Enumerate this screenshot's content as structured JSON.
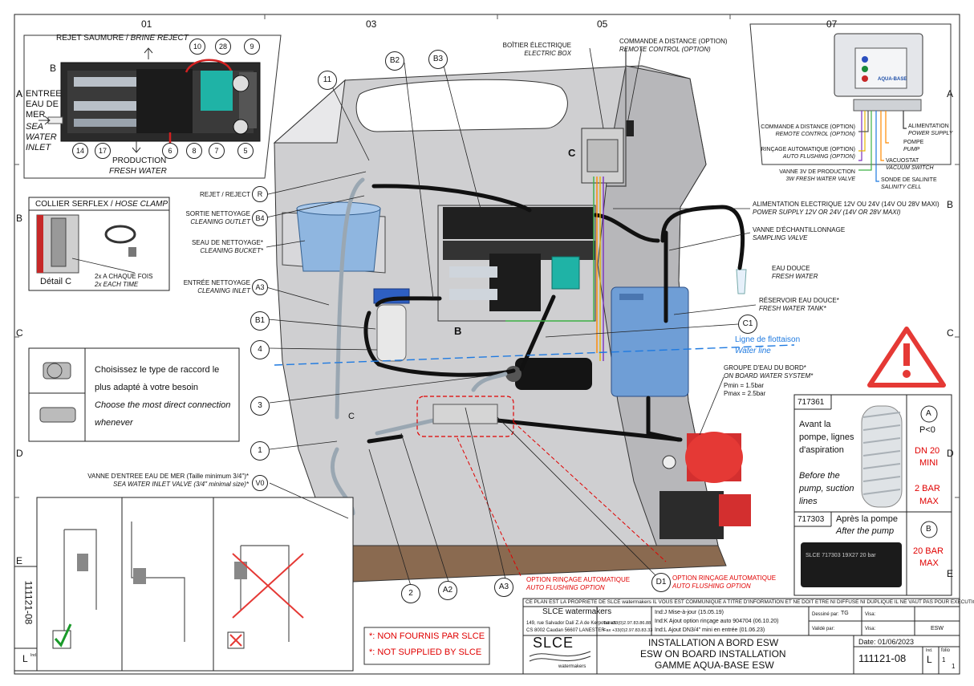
{
  "zones": {
    "top": [
      "01",
      "03",
      "05",
      "07"
    ],
    "rows_left": [
      "A",
      "B",
      "C",
      "D",
      "E"
    ],
    "rows_right": [
      "A",
      "B",
      "C",
      "D",
      "E"
    ]
  },
  "detail01": {
    "brine_fr": "REJET SAUMURE / ",
    "brine_en": "BRINE REJECT",
    "inlet_fr1": "ENTREE",
    "inlet_fr2": "EAU DE",
    "inlet_fr3": "MER",
    "inlet_en1": "SEA",
    "inlet_en2": "WATER",
    "inlet_en3": "INLET",
    "prod_fr": "PRODUCTION",
    "prod_en": "FRESH WATER",
    "letter_b": "B",
    "letter_a": "A",
    "bubbles_top": [
      "10",
      "28",
      "9"
    ],
    "bubbles_bottom": [
      "14",
      "17",
      "6",
      "8",
      "7",
      "5"
    ]
  },
  "hose_clamp": {
    "title_fr": "COLLIER SERFLEX / ",
    "title_en": "HOSE CLAMP",
    "detail": "Détail C",
    "each_fr": "2x A CHAQUE FOIS",
    "each_en": "2x EACH TIME"
  },
  "connection": {
    "fr1": "Choisissez le type de raccord le",
    "fr2": "plus adapté à votre besoin",
    "en1": "Choose the most direct connection",
    "en2": "whenever"
  },
  "callouts_left": [
    {
      "fr": "REJET / REJECT",
      "en": "",
      "ref": "R"
    },
    {
      "fr": "SORTIE NETTOYAGE",
      "en": "CLEANING OUTLET",
      "ref": "B4"
    },
    {
      "fr": "SEAU DE NETTOYAGE*",
      "en": "CLEANING BUCKET*",
      "ref": ""
    },
    {
      "fr": "ENTRÉE NETTOYAGE",
      "en": "CLEANING INLET",
      "ref": "A3"
    }
  ],
  "left_bubbles": [
    "11",
    "B1",
    "4",
    "3",
    "1"
  ],
  "inlet_valve": {
    "fr": "VANNE D'ENTREE EAU DE MER (Taille minimum 3/4\")*",
    "en": "SEA WATER INLET VALVE (3/4\" minimal size)*",
    "ref": "V0"
  },
  "bottom_bubbles": [
    "2",
    "A2",
    "A3",
    "D1"
  ],
  "option_flush": {
    "fr": "OPTION RINÇAGE AUTOMATIQUE",
    "en": "AUTO FLUSHING OPTION"
  },
  "top_bubbles": [
    "B2",
    "B3"
  ],
  "electric_box": {
    "fr": "BOÎTIER ÉLECTRIQUE",
    "en": "ELECTRIC BOX"
  },
  "remote": {
    "fr": "COMMANDE A DISTANCE (OPTION)",
    "en": "REMOTE CONTROL (OPTION)"
  },
  "panel_letters": {
    "c_top": "C",
    "b_mid": "B",
    "c_mid": "C"
  },
  "callouts_right": [
    {
      "fr": "ALIMENTATION ELECTRIQUE 12V OU 24V (14V OU 28V MAXI)",
      "en": "POWER SUPPLY 12V OR 24V (14V OR 28V MAXI)"
    },
    {
      "fr": "VANNE D'ÉCHANTILLONNAGE",
      "en": "SAMPLING VALVE"
    },
    {
      "fr": "EAU DOUCE",
      "en": "FRESH WATER"
    },
    {
      "fr": "RÉSERVOIR EAU DOUCE*",
      "en": "FRESH WATER TANK*"
    },
    {
      "fr": "GROUPE D'EAU DU BORD*",
      "en": "ON BOARD WATER SYSTEM*"
    }
  ],
  "pressures": {
    "pmin": "Pmin = 1.5bar",
    "pmax": "Pmax = 2.5bar"
  },
  "c1": "C1",
  "waterline": {
    "fr": "Ligne de flottaison",
    "en": "Water line"
  },
  "detail07": {
    "remote_fr": "COMMANDE A DISTANCE (OPTION)",
    "remote_en": "REMOTE CONTROL (OPTION)",
    "flush_fr": "RINÇAGE AUTOMATIQUE (OPTION)",
    "flush_en": "AUTO FLUSHING (OPTION)",
    "valve_fr": "VANNE 3V DE PRODUCTION",
    "valve_en": "3W FRESH WATER VALVE",
    "power_fr": "ALIMENTATION",
    "power_en": "POWER SUPPLY",
    "pump_fr": "POMPE",
    "pump_en": "PUMP",
    "vac_fr": "VACUOSTAT",
    "vac_en": "VACUUM SWITCH",
    "sal_fr": "SONDE DE SALINITE",
    "sal_en": "SALINITY CELL",
    "brand": "AQUA-BASE"
  },
  "hose_table": {
    "code_a": "717361",
    "before_fr1": "Avant la",
    "before_fr2": "pompe, lignes",
    "before_fr3": "d'aspiration",
    "before_en1": "Before the",
    "before_en2": "pump, suction",
    "before_en3": "lines",
    "circle_a": "A",
    "pressure_a": "P<0",
    "dn1": "DN 20",
    "dn2": "MINI",
    "bar_a1": "2 BAR",
    "bar_a2": "MAX",
    "code_b": "717303",
    "after_fr": "Après la pompe",
    "after_en": "After the pump",
    "circle_b": "B",
    "bar_b1": "20 BAR",
    "bar_b2": "MAX",
    "hose_print": "SLCE 717303   19X27   20 bar"
  },
  "not_supplied": {
    "fr": "*: NON FOURNIS PAR SLCE",
    "en": "*: NOT SUPPLIED BY SLCE"
  },
  "title_block": {
    "notice": "CE PLAN EST LA PROPRIETE DE SLCE watermakers IL VOUS EST COMMUNIQUE A TITRE D'INFORMATION ET NE DOIT ETRE NI DIFFUSE NI DUPLIQUE IL NE VAUT PAS POUR EXECUTION",
    "company": "SLCE watermakers",
    "addr1": "149, rue Salvador Dalí Z.A de Kerpouaran",
    "addr2": "CS 8002 Caudan 56607 LANESTER",
    "tel": "Tel +33(0)2.97.83.86.88",
    "fax": "Fax +33(0)2.97.83.83.33",
    "rev_j": "Ind:J Mise-à-jour (15.05.19)",
    "rev_k": "Ind:K Ajout option rinçage auto 904704 (06.10.20)",
    "rev_l": "Ind:L Ajout DN3/4\" mini en entrée (01.06.23)",
    "drawn_label": "Dessiné par:",
    "drawn_by": "TG",
    "approved_label": "Validé par:",
    "visa1": "Visa:",
    "visa2": "Visa:",
    "esw": "ESW",
    "logo_main": "SLCE",
    "logo_sub": "watermakers",
    "title1": "INSTALLATION A BORD ESW",
    "title2": "ESW ON BOARD INSTALLATION",
    "title3": "GAMME AQUA-BASE ESW",
    "date": "Date: 01/06/2023",
    "number": "111121-08",
    "ind_label": "Ind.",
    "ind": "L",
    "folio_label": "folio",
    "folio_num": "1",
    "folio_den": "1",
    "side_number": "111121-08",
    "side_ind": "L",
    "side_ind_label": "Ind."
  }
}
